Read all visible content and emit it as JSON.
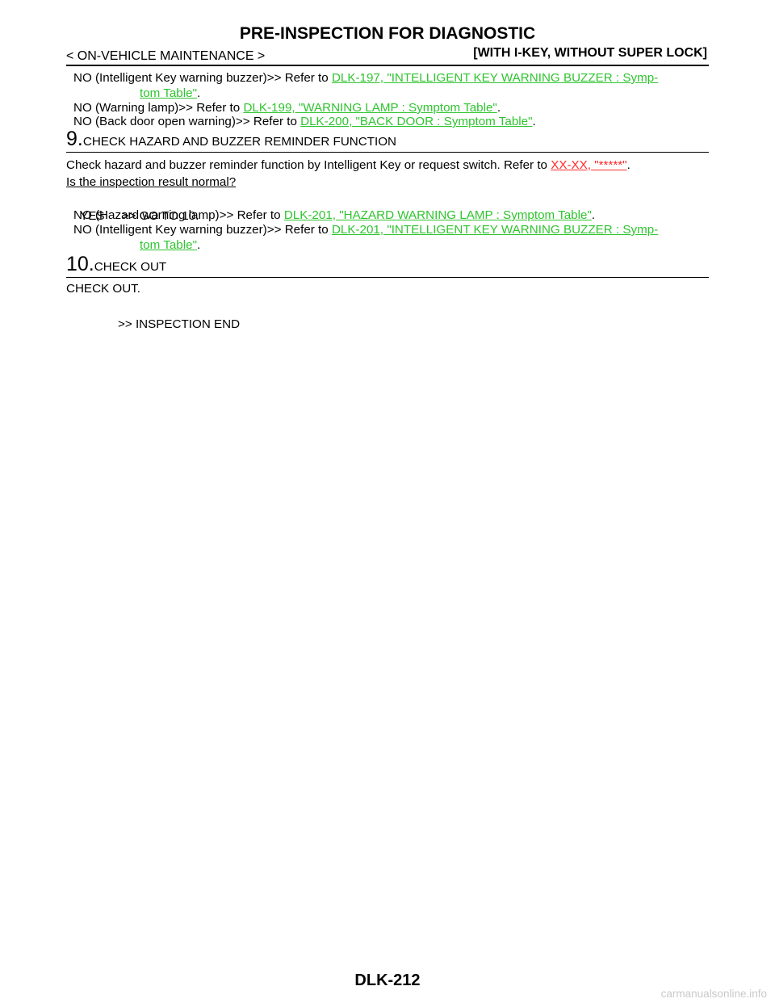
{
  "header": {
    "title": "PRE-INSPECTION FOR DIAGNOSTIC",
    "left": "< ON-VEHICLE MAINTENANCE >",
    "right": "[WITH I-KEY, WITHOUT SUPER LOCK]"
  },
  "top_results": [
    {
      "prefix": "NO (Intelligent Key warning buzzer)>> Refer to ",
      "link_a": "DLK-197, \"INTELLIGENT KEY WARNING BUZZER : Symp-",
      "link_b": "tom Table\"",
      "suffix": "."
    },
    {
      "prefix": "NO (Warning lamp)>> Refer to ",
      "link": "DLK-199, \"WARNING LAMP : Symptom Table\"",
      "suffix": "."
    },
    {
      "prefix": "NO (Back door open warning)>> Refer to ",
      "link": "DLK-200, \"BACK DOOR : Symptom Table\"",
      "suffix": "."
    }
  ],
  "step9": {
    "number": "9.",
    "title": "CHECK HAZARD AND BUZZER REMINDER FUNCTION",
    "body_prefix": "Check hazard and buzzer reminder function by Intelligent Key or request switch. Refer to ",
    "body_link": "XX-XX, \"*****\"",
    "body_suffix": ".",
    "question": "Is the inspection result normal?",
    "results": [
      {
        "prefix": "YES     >> GO TO 10."
      },
      {
        "prefix": "NO (Hazard warning lamp)>> Refer to ",
        "link": "DLK-201, \"HAZARD WARNING LAMP : Symptom Table\"",
        "suffix": "."
      },
      {
        "prefix": "NO (Intelligent Key warning buzzer)>> Refer to ",
        "link_a": "DLK-201, \"INTELLIGENT KEY WARNING BUZZER : Symp-",
        "link_b": "tom Table\"",
        "suffix": "."
      }
    ]
  },
  "step10": {
    "number": "10.",
    "title": "CHECK OUT",
    "body": "CHECK OUT.",
    "result": ">> INSPECTION END"
  },
  "footer": {
    "page": "DLK-212"
  },
  "watermark": "carmanualsonline.info",
  "colors": {
    "link": "#2fc42f",
    "placeholder_link": "#ff2a2a"
  }
}
